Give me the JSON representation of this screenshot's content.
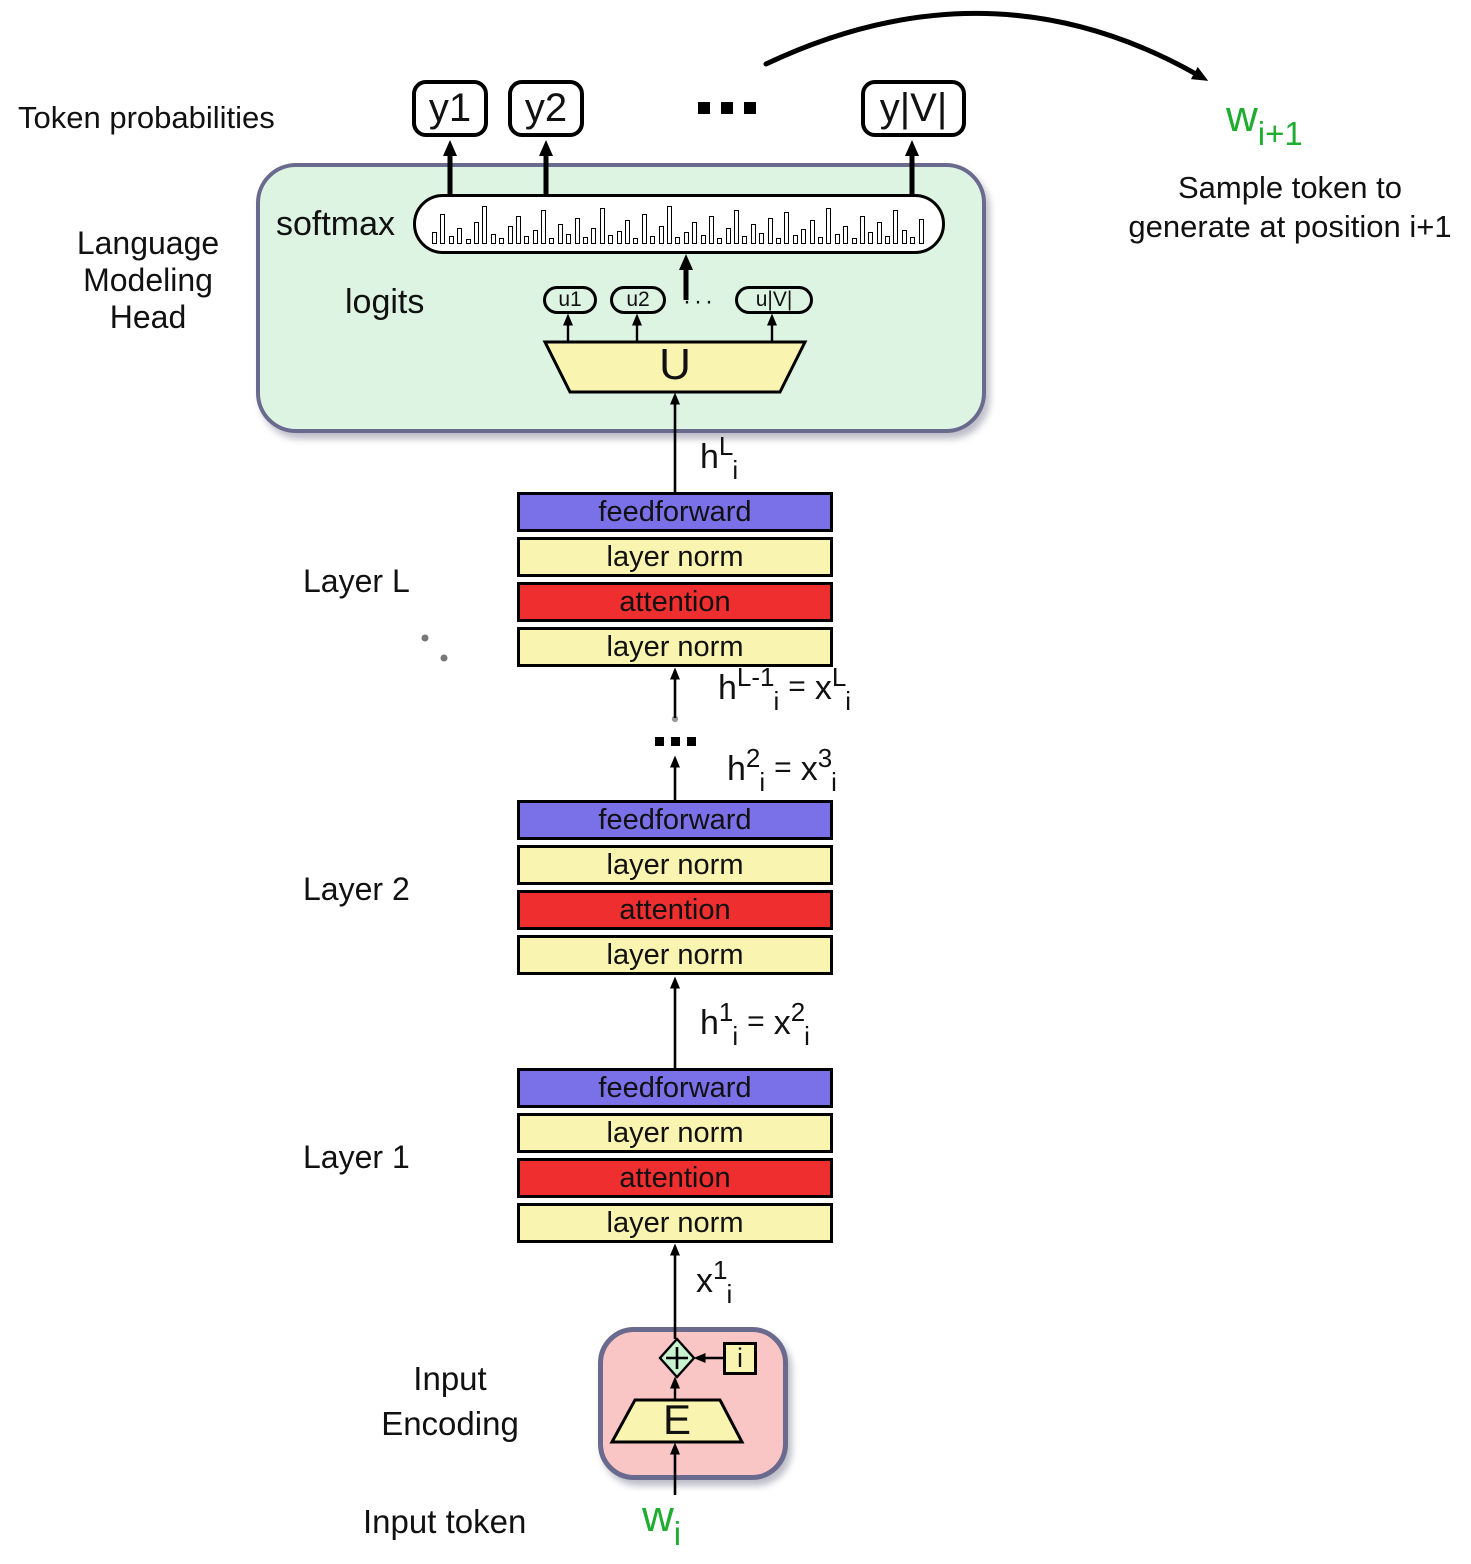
{
  "labels": {
    "token_probabilities": "Token probabilities",
    "lm_head_line1": "Language",
    "lm_head_line2": "Modeling",
    "lm_head_line3": "Head",
    "softmax": "softmax",
    "logits": "logits",
    "layer_L": "Layer L",
    "layer_2": "Layer 2",
    "layer_1": "Layer 1",
    "input_encoding_line1": "Input",
    "input_encoding_line2": "Encoding",
    "input_token": "Input token",
    "sample_line1": "Sample token to",
    "sample_line2": "generate at position i+1"
  },
  "outputs": {
    "y1": "y1",
    "y2": "y2",
    "yV": "y|V|"
  },
  "logit_values": {
    "u1": "u1",
    "u2": "u2",
    "uV": "u|V|",
    "ellipsis": "···"
  },
  "blocks": {
    "feedforward": "feedforward",
    "layer_norm": "layer norm",
    "attention": "attention"
  },
  "operators": {
    "unembedding": "U",
    "embedding": "E",
    "position_index": "i",
    "plus": "+"
  },
  "math": {
    "w_next": {
      "base": "w",
      "sub": "i+1"
    },
    "w_in": {
      "base": "w",
      "sub": "i"
    },
    "h_L": {
      "base": "h",
      "sup": "L",
      "sub": "i"
    },
    "h_Lm1_eq": {
      "b1": "h",
      "s1": "L-1",
      "i1": "i",
      "eq": "=",
      "b2": "x",
      "s2": "L",
      "i2": "i"
    },
    "h_2_eq": {
      "b1": "h",
      "s1": "2",
      "i1": "i",
      "eq": "=",
      "b2": "x",
      "s2": "3",
      "i2": "i"
    },
    "h_1_eq": {
      "b1": "h",
      "s1": "1",
      "i1": "i",
      "eq": "=",
      "b2": "x",
      "s2": "2",
      "i2": "i"
    },
    "x_1": {
      "base": "x",
      "sup": "1",
      "sub": "i"
    }
  },
  "histogram": {
    "bars": [
      12,
      30,
      8,
      16,
      5,
      22,
      38,
      10,
      6,
      18,
      28,
      8,
      14,
      34,
      6,
      20,
      10,
      26,
      7,
      16,
      36,
      9,
      13,
      24,
      6,
      30,
      8,
      18,
      38,
      7,
      12,
      22,
      9,
      28,
      6,
      16,
      34,
      8,
      20,
      11,
      26,
      6,
      32,
      9,
      15,
      24,
      7,
      36,
      10,
      18,
      6,
      28,
      12,
      22,
      8,
      34,
      14,
      7,
      25
    ]
  },
  "colors": {
    "mint": "#ddf4e2",
    "slate": "#6a6a8e",
    "yellow": "#f9f4af",
    "blue": "#7a71e8",
    "red": "#ee2e2f",
    "pink": "#f9c5c5",
    "diamond": "#c8f1ce",
    "green": "#1fad30",
    "ink": "#111111"
  }
}
